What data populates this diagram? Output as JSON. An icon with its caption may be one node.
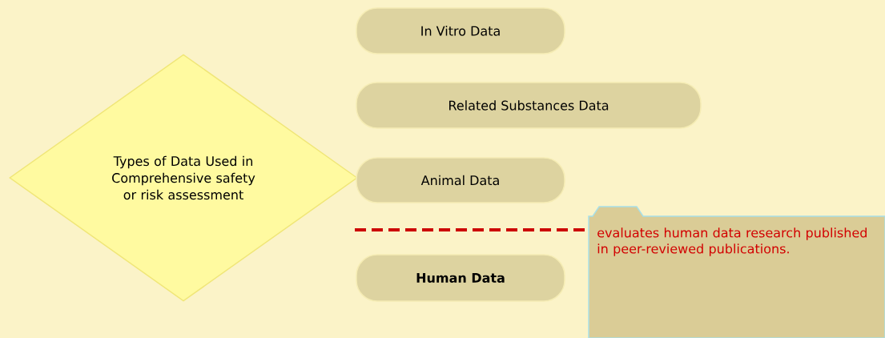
{
  "diagram": {
    "nodes": [
      {
        "text": [
          "Types of Data Used in Comprehensive safety or risk assessment"
        ]
      },
      {
        "text": [
          "In Vitro Data"
        ]
      },
      {
        "text": [
          "Related Substances Data"
        ]
      },
      {
        "text": [
          "Animal Data"
        ]
      },
      {
        "text": [
          "Human Data"
        ]
      },
      {
        "text": [
          "evaluates human data research published in peer-reviewed publications."
        ]
      }
    ]
  }
}
